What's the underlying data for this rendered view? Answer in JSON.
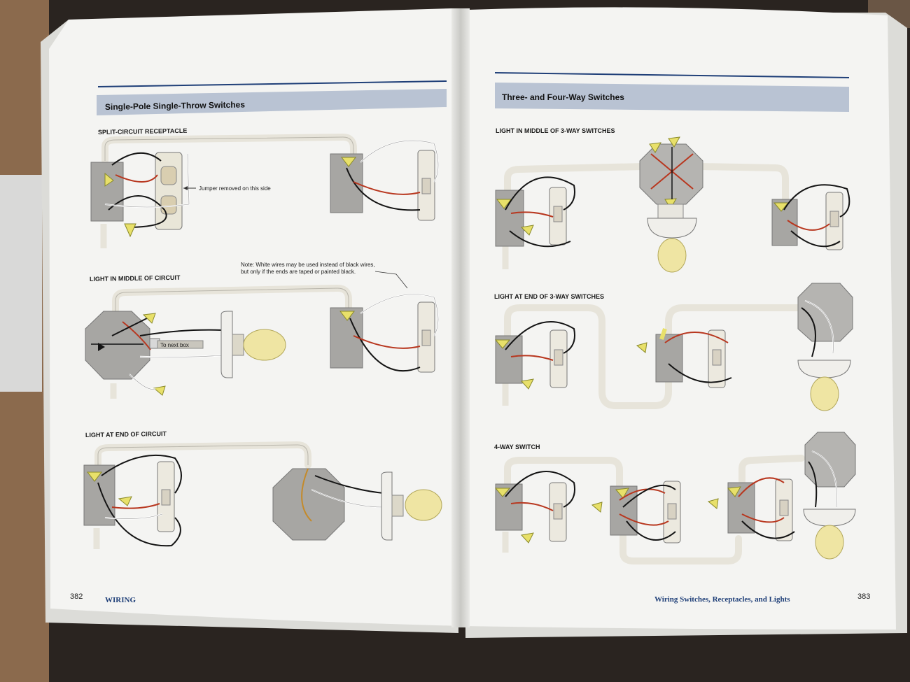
{
  "left_page": {
    "section_title": "Single-Pole Single-Throw Switches",
    "diagrams": [
      {
        "title": "SPLIT-CIRCUIT RECEPTACLE",
        "callout": "Jumper removed on this side"
      },
      {
        "title": "LIGHT IN MIDDLE OF CIRCUIT",
        "callout": "To next box",
        "note_line1": "Note: White wires may be used instead of black wires,",
        "note_line2": "but only if the ends are taped or painted black."
      },
      {
        "title": "LIGHT AT END OF CIRCUIT"
      }
    ],
    "page_number": "382",
    "running_head": "WIRING"
  },
  "right_page": {
    "section_title": "Three- and Four-Way Switches",
    "diagrams": [
      {
        "title": "LIGHT IN MIDDLE OF 3-WAY SWITCHES"
      },
      {
        "title": "LIGHT AT END OF 3-WAY SWITCHES"
      },
      {
        "title": "4-WAY SWITCH"
      }
    ],
    "page_number": "383",
    "running_head": "Wiring Switches, Receptacles, and Lights"
  },
  "colors": {
    "page": "#f4f4f2",
    "banner": "#b9c3d3",
    "rule": "#1f3f78",
    "box": "#a7a6a3",
    "cable": "#e7e4da",
    "bulb": "#efe5a3",
    "nut": "#e8e06a",
    "hot_wire": "#141414",
    "red_wire": "#b8371f"
  }
}
